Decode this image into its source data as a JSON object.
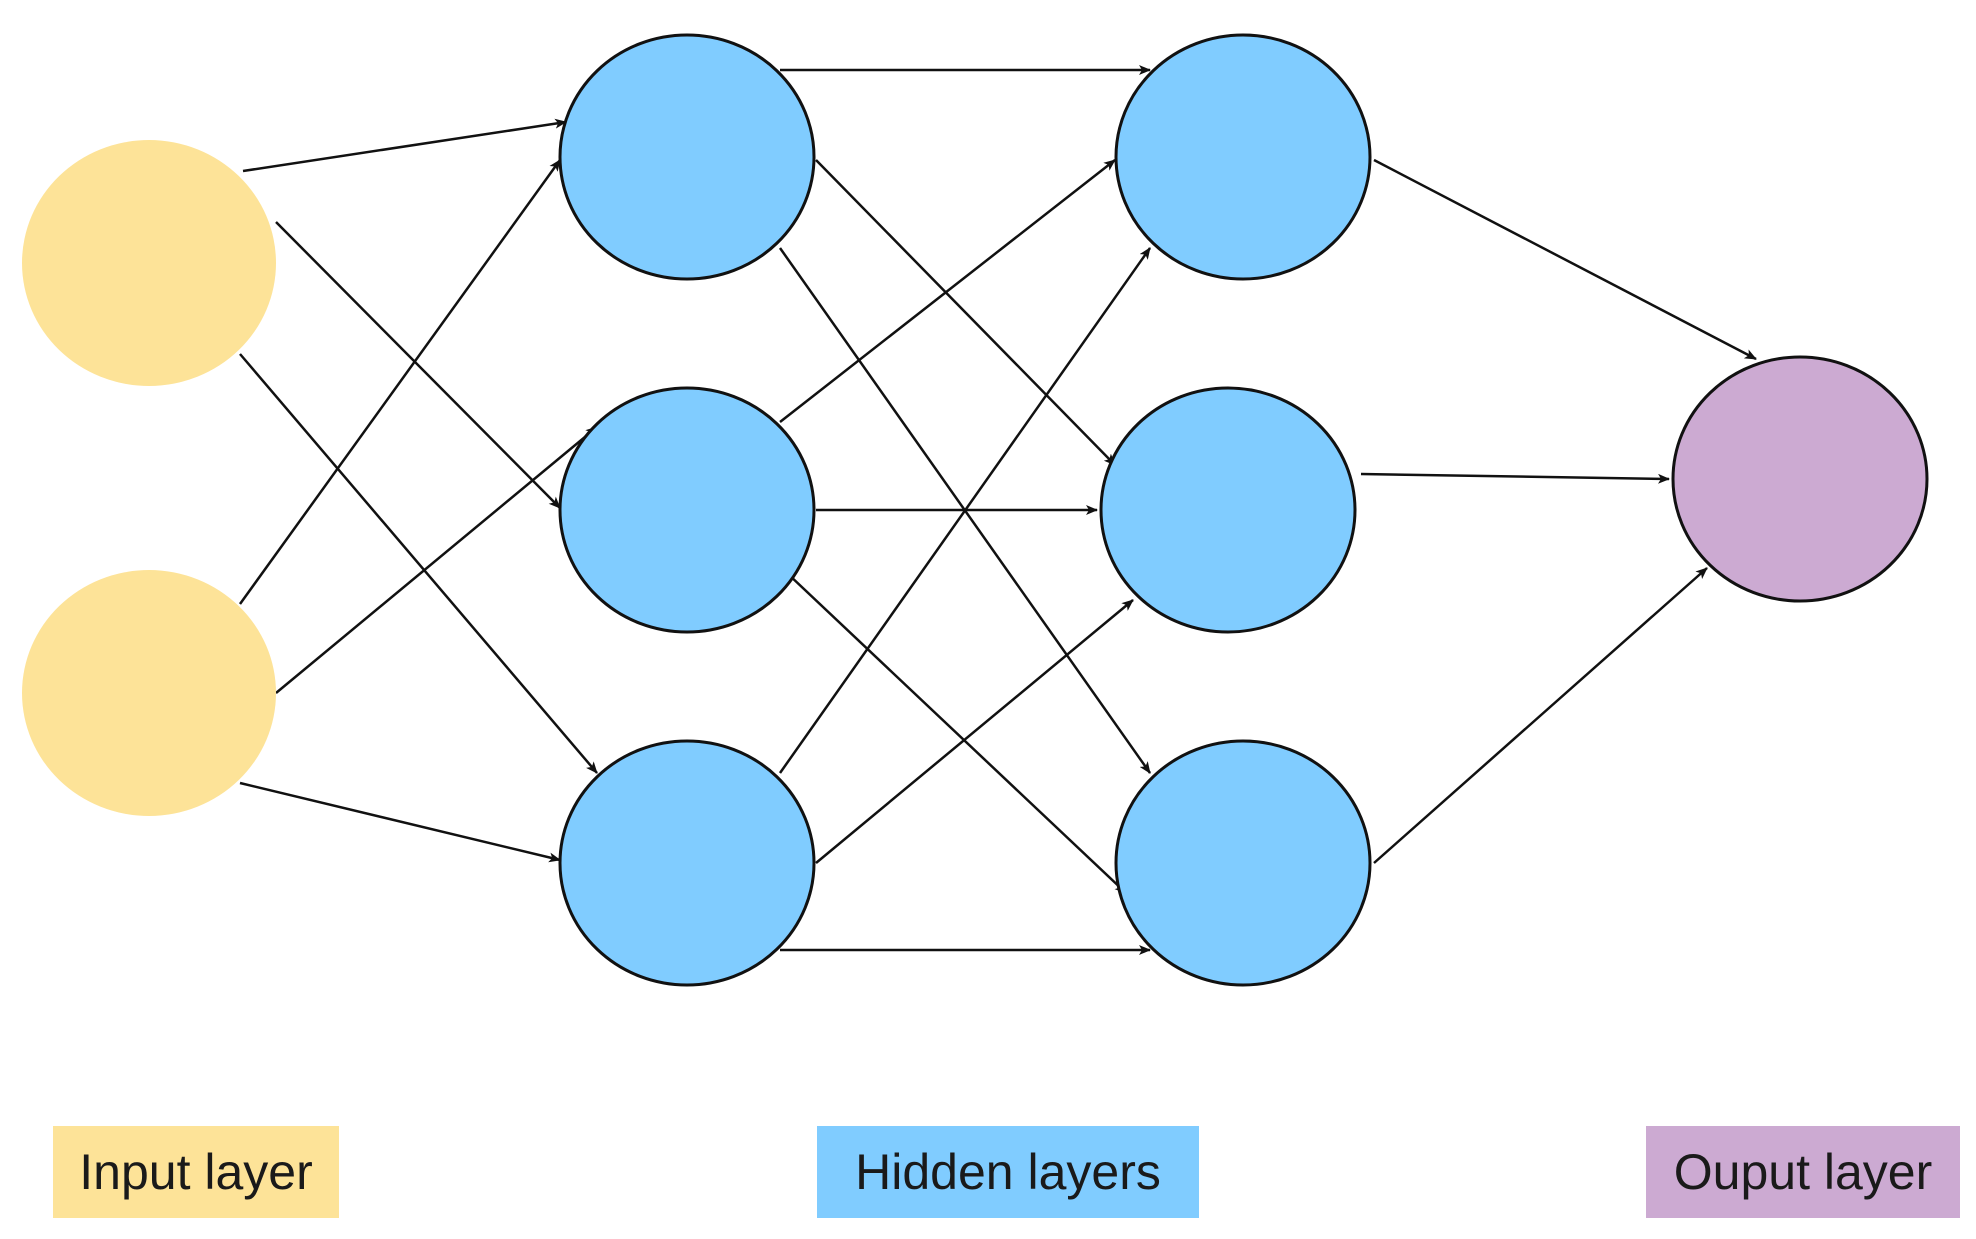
{
  "colors": {
    "input": "#fde398",
    "hidden": "#80ccff",
    "output": "#ccaad2",
    "edge": "#111111",
    "stroke": "#111111",
    "background": "#ffffff"
  },
  "legend": {
    "input_label": "Input layer",
    "hidden_label": "Hidden layers",
    "output_label": "Ouput layer"
  },
  "nodes": [
    {
      "id": "in1",
      "layer": "input"
    },
    {
      "id": "in2",
      "layer": "input"
    },
    {
      "id": "h1a",
      "layer": "hidden"
    },
    {
      "id": "h1b",
      "layer": "hidden"
    },
    {
      "id": "h1c",
      "layer": "hidden"
    },
    {
      "id": "h2a",
      "layer": "hidden"
    },
    {
      "id": "h2b",
      "layer": "hidden"
    },
    {
      "id": "h2c",
      "layer": "hidden"
    },
    {
      "id": "out1",
      "layer": "output"
    }
  ],
  "edges": [
    {
      "from": "in1",
      "to": "h1a"
    },
    {
      "from": "in1",
      "to": "h1b"
    },
    {
      "from": "in1",
      "to": "h1c"
    },
    {
      "from": "in2",
      "to": "h1a"
    },
    {
      "from": "in2",
      "to": "h1b"
    },
    {
      "from": "in2",
      "to": "h1c"
    },
    {
      "from": "h1a",
      "to": "h2a"
    },
    {
      "from": "h1a",
      "to": "h2b"
    },
    {
      "from": "h1a",
      "to": "h2c"
    },
    {
      "from": "h1b",
      "to": "h2a"
    },
    {
      "from": "h1b",
      "to": "h2b"
    },
    {
      "from": "h1b",
      "to": "h2c"
    },
    {
      "from": "h1c",
      "to": "h2a"
    },
    {
      "from": "h1c",
      "to": "h2b"
    },
    {
      "from": "h1c",
      "to": "h2c"
    },
    {
      "from": "h2a",
      "to": "out1"
    },
    {
      "from": "h2b",
      "to": "out1"
    },
    {
      "from": "h2c",
      "to": "out1"
    }
  ]
}
